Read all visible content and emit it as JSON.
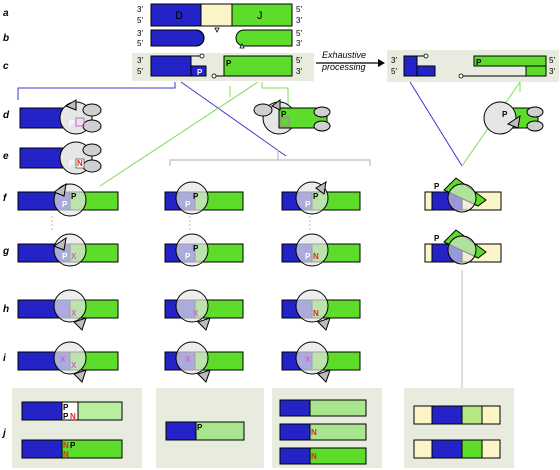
{
  "colors": {
    "d_segment": "#2323c8",
    "j_segment": "#5ddc2c",
    "flank": "#fbf5c8",
    "panel": "#e7ecdf",
    "protein": "#cfcfcf",
    "blue_line": "#3a3ad0",
    "green_line": "#7ddd55",
    "n_nucleotide": "#e0281e",
    "x_marker": "#cc66cc"
  },
  "row_labels": [
    "a",
    "b",
    "c",
    "d",
    "e",
    "f",
    "g",
    "h",
    "i",
    "j"
  ],
  "segments": {
    "d": "D",
    "j": "J"
  },
  "strand_ends": {
    "three_prime": "3′",
    "five_prime": "5′"
  },
  "process": {
    "line1": "Exhaustive",
    "line2": "processing"
  },
  "nucleotides": {
    "p": "P",
    "n": "N",
    "x": "X"
  },
  "icons": [
    "arrow-right-icon",
    "protein-complex-icon",
    "hairpin-icon",
    "cleavage-triangle-icon"
  ]
}
